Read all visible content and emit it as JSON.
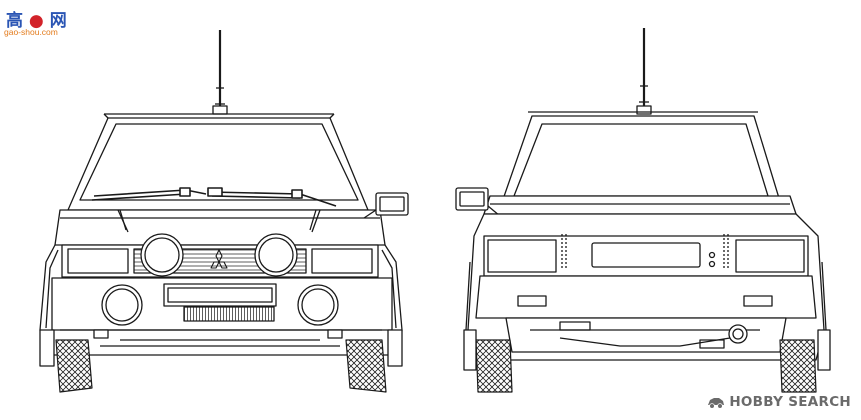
{
  "watermark_top_left": {
    "chinese_part1": "高",
    "chinese_part2": "网",
    "url": "gao-shou.com"
  },
  "watermark_bottom_right": {
    "text": "HOBBY SEARCH"
  },
  "colors": {
    "line": "#1a1a1a",
    "background": "#ffffff",
    "logo_blue": "#2a55b4",
    "logo_red": "#d2232a",
    "logo_orange": "#e37b1c",
    "watermark_grey": "#6a6a6a"
  }
}
